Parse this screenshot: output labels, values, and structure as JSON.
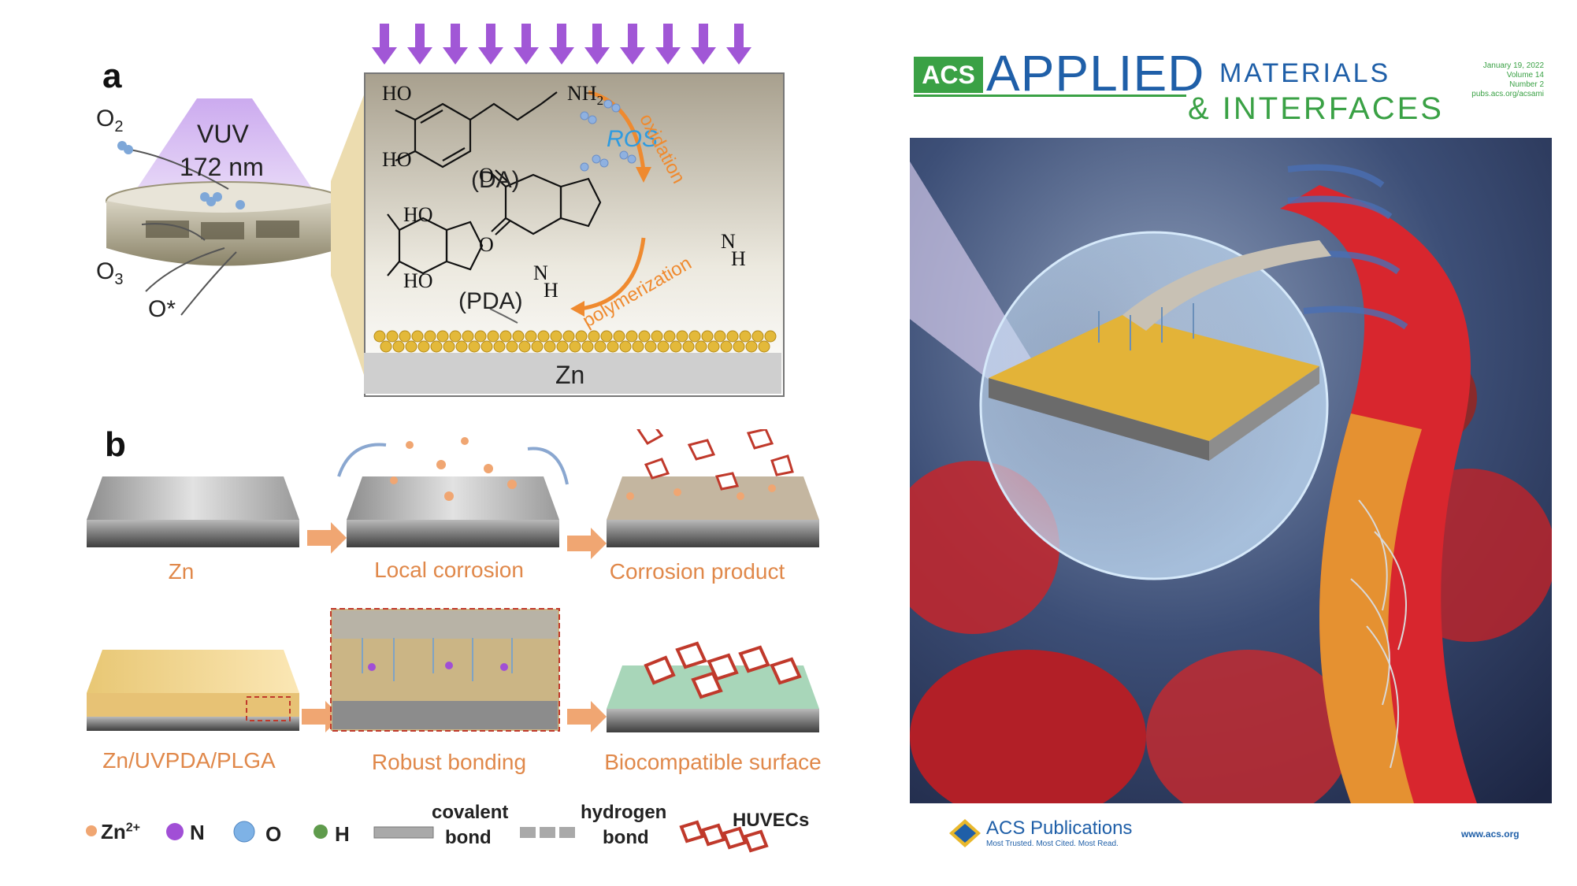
{
  "panel_a": {
    "letter": "a",
    "vuv_label": "VUV",
    "wavelength": "172 nm",
    "o2": "O",
    "o2_sub": "2",
    "o3": "O",
    "o3_sub": "3",
    "o_star": "O*",
    "ho1": "HO",
    "ho2": "HO",
    "ho3": "HO",
    "ho4": "HO",
    "nh2": "NH",
    "nh2_sub": "2",
    "da": "(DA)",
    "pda": "(PDA)",
    "ros": "ROS",
    "oxidation": "oxidation",
    "polymerization": "polymerization",
    "o_a": "O",
    "o_b": "O",
    "n_1": "N",
    "h_1": "H",
    "n_2": "N",
    "h_2": "H",
    "zn": "Zn"
  },
  "panel_b": {
    "letter": "b",
    "row1": [
      "Zn",
      "Local corrosion",
      "Corrosion product"
    ],
    "row2": [
      "Zn/UVPDA/PLGA",
      "Robust bonding",
      "Biocompatible surface"
    ]
  },
  "legend": {
    "zn_ion": "Zn",
    "zn_ion_sup": "2+",
    "n": "N",
    "o": "O",
    "h": "H",
    "covalent_1": "covalent",
    "covalent_2": "bond",
    "hydrogen_1": "hydrogen",
    "hydrogen_2": "bond",
    "huvecs": "HUVECs"
  },
  "cover": {
    "acs": "ACS",
    "applied": "APPLIED",
    "materials": "MATERIALS",
    "interfaces": "& INTERFACES",
    "date": "January 19, 2022",
    "volume": "Volume 14",
    "number": "Number 2",
    "url": "pubs.acs.org/acsami",
    "publisher": "ACS Publications",
    "tagline": "Most Trusted. Most Cited. Most Read.",
    "site": "www.acs.org"
  },
  "colors": {
    "acs_green": "#3aa145",
    "acs_blue": "#1f5fa8",
    "orange": "#e0884a",
    "vuv_purple": "#a56fd6",
    "gold": "#e3b93a"
  }
}
